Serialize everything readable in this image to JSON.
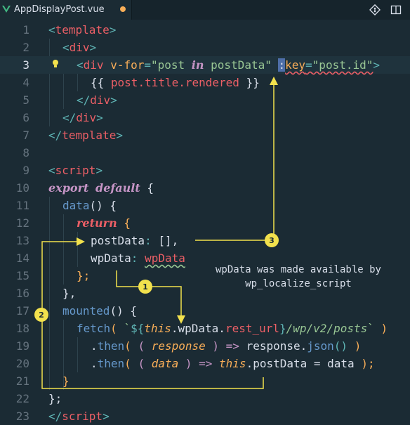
{
  "tab": {
    "filename": "AppDisplayPost.vue",
    "dirty_color": "#f9ae58",
    "icons": [
      "vue-icon",
      "git-compare-icon",
      "split-editor-icon"
    ]
  },
  "editor": {
    "current_line": 3,
    "line_numbers": [
      "1",
      "2",
      "3",
      "4",
      "5",
      "6",
      "7",
      "8",
      "9",
      "10",
      "11",
      "12",
      "13",
      "14",
      "15",
      "16",
      "17",
      "18",
      "19",
      "20",
      "21",
      "22",
      "23"
    ],
    "lines": {
      "l1": {
        "lt": "<",
        "tag": "template",
        "gt": ">"
      },
      "l2": {
        "lt": "<",
        "tag": "div",
        "gt": ">"
      },
      "l3": {
        "lt": "<",
        "tag": "div",
        "attr1": "v-for",
        "eq1": "=",
        "str1": "\"post ",
        "in": "in",
        "str1b": " postData\"",
        "colon": ":",
        "attr2": "key",
        "eq2": "=",
        "str2": "\"post.id\"",
        "gt": ">"
      },
      "l4": {
        "open": "{{ ",
        "expr": "post.title.rendered",
        "close": " }}"
      },
      "l5": {
        "lt": "</",
        "tag": "div",
        "gt": ">"
      },
      "l6": {
        "lt": "</",
        "tag": "div",
        "gt": ">"
      },
      "l7": {
        "lt": "</",
        "tag": "template",
        "gt": ">"
      },
      "l9": {
        "lt": "<",
        "tag": "script",
        "gt": ">"
      },
      "l10": {
        "kw1": "export",
        "kw2": "default",
        "brace": " {"
      },
      "l11": {
        "fn": "data",
        "paren": "() {"
      },
      "l12": {
        "kw": "return",
        "brace": " {"
      },
      "l13": {
        "prop": "postData",
        "colon": ": ",
        "val": "[],"
      },
      "l14": {
        "prop": "wpData",
        "colon": ": ",
        "val": "wpData"
      },
      "l15": {
        "text": "};"
      },
      "l16": {
        "text": "},"
      },
      "l17": {
        "fn": "mounted",
        "paren": "() {"
      },
      "l18": {
        "fn": "fetch",
        "open": "( ",
        "bt": "`",
        "interp_open": "${",
        "this": "this",
        "prop1": ".wpData.",
        "prop2": "rest_url",
        "interp_close": "}",
        "path": "/wp/v2/posts",
        "bt2": "`",
        "close": " )"
      },
      "l19": {
        "dot": ".",
        "fn": "then",
        "open": "( ",
        "po": "( ",
        "param": "response",
        "pc": " )",
        "arrow": " => ",
        "obj": "response.",
        "m": "json",
        "call": "()",
        "close": " )"
      },
      "l20": {
        "dot": ".",
        "fn": "then",
        "open": "( ",
        "po": "( ",
        "param": "data",
        "pc": " )",
        "arrow": " => ",
        "this": "this",
        ".prop": ".postData = data",
        "close": " );"
      },
      "l21": {
        "text": "}"
      },
      "l22": {
        "text": "};"
      },
      "l23": {
        "lt": "</",
        "tag": "script",
        "gt": ">"
      }
    }
  },
  "annotations": {
    "note_line1": "wpData was made available by",
    "note_line2": "wp_localize_script",
    "badge1": "1",
    "badge2": "2",
    "badge3": "3",
    "arrow_color": "#f2e14d"
  }
}
